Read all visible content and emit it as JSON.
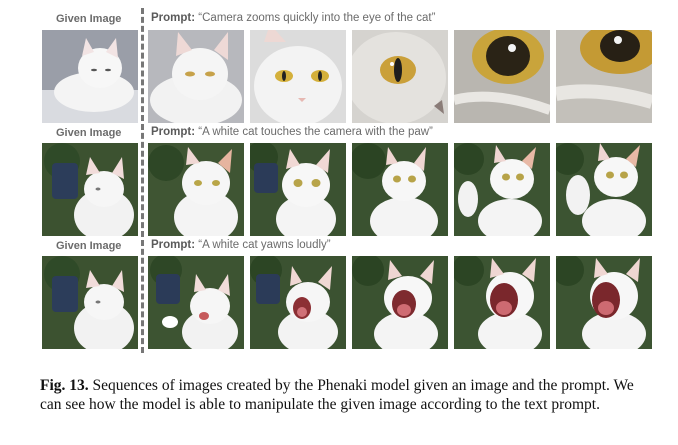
{
  "rows": [
    {
      "given_label": "Given Image",
      "prompt_prefix": "Prompt:",
      "prompt_text": "“Camera zooms quickly into the eye of the cat”"
    },
    {
      "given_label": "Given Image",
      "prompt_prefix": "Prompt:",
      "prompt_text": "“A white cat touches the camera with the paw”"
    },
    {
      "given_label": "Given Image",
      "prompt_prefix": "Prompt:",
      "prompt_text": "“A white cat yawns loudly”"
    }
  ],
  "caption": {
    "label": "Fig. 13.",
    "text": " Sequences of images created by the Phenaki model given an image and the prompt. We can see how the model is able to manipulate the given image according to the text prompt."
  }
}
